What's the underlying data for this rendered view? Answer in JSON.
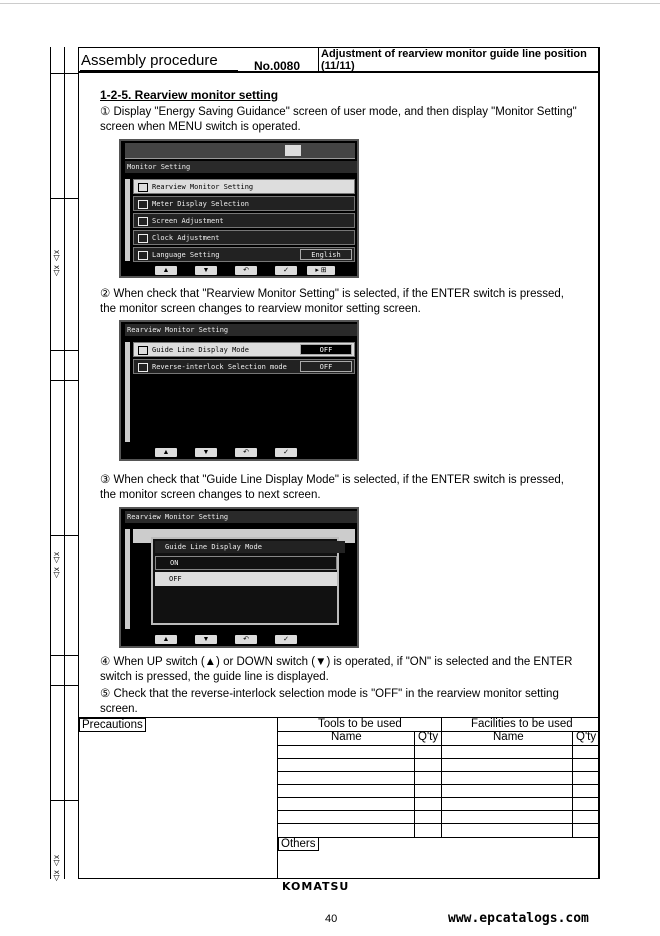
{
  "header": {
    "title": "Assembly procedure",
    "number": "No.0080",
    "subtitle": "Adjustment of rearview monitor guide line position (11/11)"
  },
  "section_title": "1-2-5. Rearview monitor setting",
  "steps": [
    "① Display \"Energy Saving Guidance\" screen of user mode, and then display \"Monitor Setting\" screen when MENU switch is operated.",
    "② When check that \"Rearview Monitor Setting\" is selected, if the ENTER switch is pressed, the monitor screen changes to rearview monitor setting screen.",
    "③ When check that \"Guide Line Display Mode\" is selected, if the ENTER switch is pressed, the monitor screen changes to next screen.",
    "④ When UP switch (▲) or DOWN switch (▼) is operated, if \"ON\" is selected and the ENTER switch is pressed, the guide line is displayed.",
    "⑤ Check that the reverse-interlock selection mode is \"OFF\" in the rearview monitor setting screen."
  ],
  "screen1": {
    "title": "Monitor Setting",
    "items": [
      "Rearview Monitor Setting",
      "Meter Display Selection",
      "Screen Adjustment",
      "Clock Adjustment",
      "Language Setting"
    ],
    "language_value": "English",
    "buttons": [
      "▲",
      "▼",
      "↶",
      "✓",
      "▸ ⊞"
    ]
  },
  "screen2": {
    "title": "Rearview Monitor Setting",
    "items": [
      "Guide Line Display Mode",
      "Reverse-interlock Selection mode"
    ],
    "values": [
      "OFF",
      "OFF"
    ],
    "buttons": [
      "▲",
      "▼",
      "↶",
      "✓"
    ]
  },
  "screen3": {
    "title": "Rearview Monitor Setting",
    "popup_title": "Guide Line Display Mode",
    "options": [
      "ON",
      "OFF"
    ],
    "buttons": [
      "▲",
      "▼",
      "↶",
      "✓"
    ]
  },
  "bottom": {
    "precautions": "Precautions",
    "tools": "Tools to be used",
    "facilities": "Facilities to be used",
    "name": "Name",
    "qty": "Q'ty",
    "others": "Others"
  },
  "left_marks": [
    "△x △x",
    "△x △x",
    "△x △x"
  ],
  "footer": {
    "logo": "KOMATSU",
    "page": "40",
    "url": "www.epcatalogs.com"
  }
}
